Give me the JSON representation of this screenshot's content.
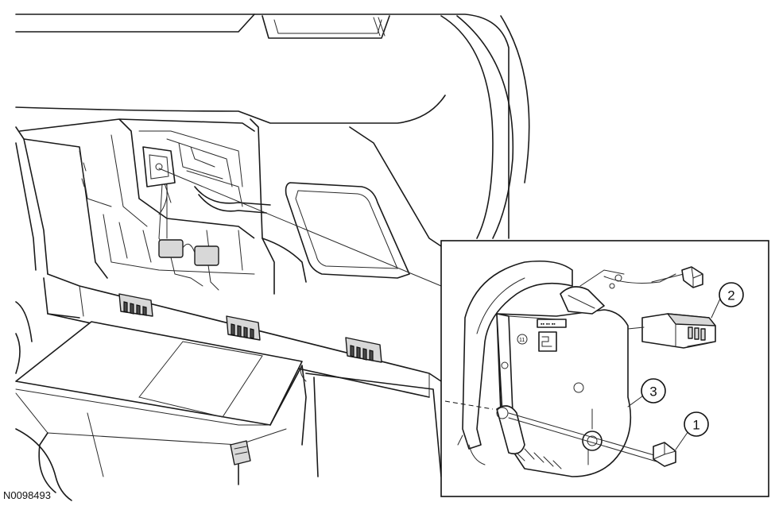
{
  "figure_id": "N0098493",
  "callouts": [
    {
      "label": "1"
    },
    {
      "label": "2"
    },
    {
      "label": "3"
    }
  ],
  "module_label": "11"
}
